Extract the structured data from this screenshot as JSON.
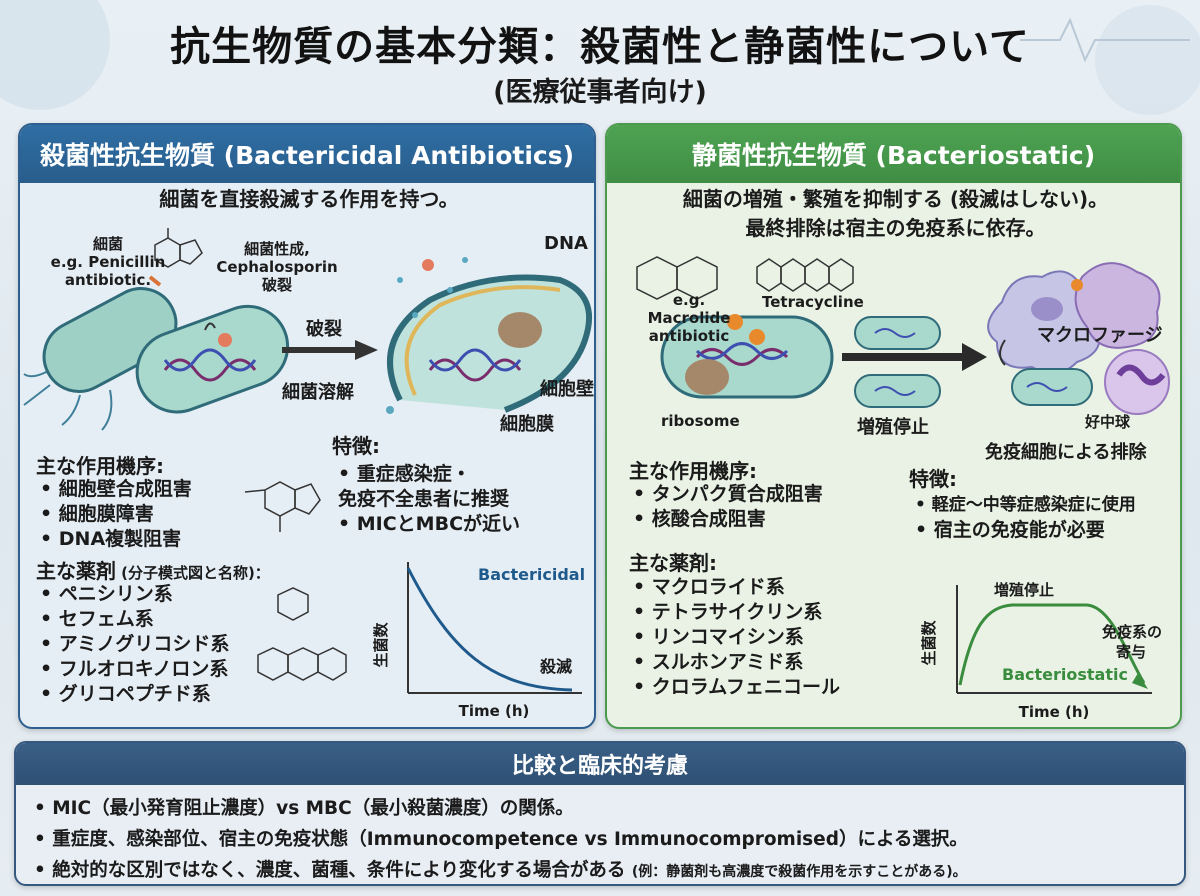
{
  "header": {
    "title": "抗生物質の基本分類：殺菌性と静菌性について",
    "subtitle": "(医療従事者向け)"
  },
  "bactericidal": {
    "heading": "殺菌性抗生物質 (Bactericidal Antibiotics)",
    "description": "細菌を直接殺滅する作用を持つ。",
    "labels": {
      "bacterium": "細菌\ne.g. Penicillin\nantibiotic.",
      "cephalosporin": "細菌性成,\nCephalosporin\n破裂",
      "rupture": "破裂",
      "lysis": "細菌溶解",
      "dna": "DNA",
      "cell_wall": "細胞壁",
      "membrane": "細胞膜"
    },
    "mechanism_title": "主な作用機序:",
    "mechanisms": [
      "細胞壁合成阻害",
      "細胞膜障害",
      "DNA複製阻害"
    ],
    "drugs_title": "主な薬剤",
    "drugs_note": "(分子模式図と名称)：",
    "drugs": [
      "ペニシリン系",
      "セフェム系",
      "アミノグリコシド系",
      "フルオロキノロン系",
      "グリコペプチド系"
    ],
    "features_title": "特徴:",
    "features": [
      "重症感染症・\n免疫不全患者に推奨",
      "MICとMBCが近い"
    ],
    "chart": {
      "series_label": "Bactericidal",
      "ylabel": "生菌数",
      "xlabel": "Time (h)",
      "annotation": "殺滅"
    },
    "colors": {
      "primary": "#2f6ea3",
      "curve": "#1f5a8c"
    }
  },
  "bacteriostatic": {
    "heading": "静菌性抗生物質 (Bacteriostatic)",
    "description_line1": "細菌の増殖・繁殖を抑制する (殺滅はしない)。",
    "description_line2": "最終排除は宿主の免疫系に依存。",
    "labels": {
      "macrolide": "e.g. Macrolide\nantibiotic",
      "tetracycline": "Tetracycline",
      "ribosome": "ribosome",
      "growth_stop": "増殖停止",
      "macrophage": "マクロファージ",
      "neutrophil": "好中球",
      "immune_clearance": "免疫細胞による排除"
    },
    "mechanism_title": "主な作用機序:",
    "mechanisms": [
      "タンパク質合成阻害",
      "核酸合成阻害"
    ],
    "drugs_title": "主な薬剤:",
    "drugs": [
      "マクロライド系",
      "テトラサイクリン系",
      "リンコマイシン系",
      "スルホンアミド系",
      "クロラムフェニコール"
    ],
    "features_title": "特徴:",
    "features": [
      "軽症〜中等症感染症に使用",
      "宿主の免疫能が必要"
    ],
    "chart": {
      "series_label": "Bacteriostatic",
      "ylabel": "生菌数",
      "xlabel": "Time (h)",
      "annotation_top": "増殖停止",
      "annotation_side": "免疫系の\n寄与"
    },
    "colors": {
      "primary": "#4ea352",
      "curve": "#3a8d3e"
    }
  },
  "comparison": {
    "heading": "比較と臨床的考慮",
    "items": [
      {
        "text": "MIC（最小発育阻止濃度）vs MBC（最小殺菌濃度）の関係。",
        "note": ""
      },
      {
        "text": "重症度、感染部位、宿主の免疫状態（Immunocompetence vs Immunocompromised）による選択。",
        "note": ""
      },
      {
        "text": "絶対的な区別ではなく、濃度、菌種、条件により変化する場合がある",
        "note": "(例：静菌剤も高濃度で殺菌作用を示すことがある)。"
      }
    ]
  }
}
